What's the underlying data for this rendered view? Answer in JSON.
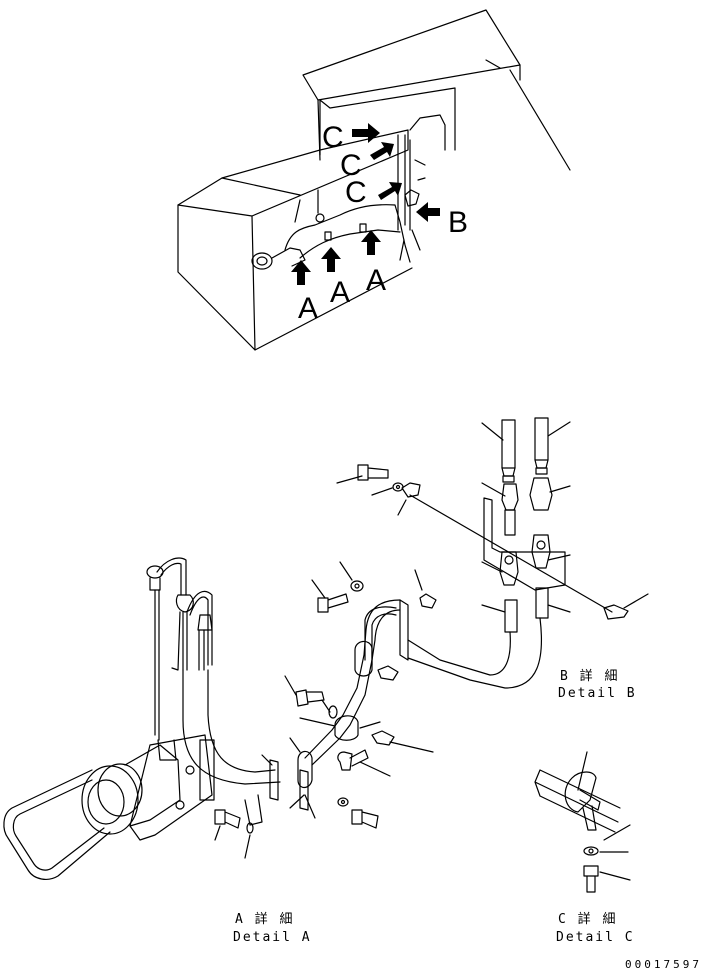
{
  "overview": {
    "callouts": [
      {
        "id": "c1",
        "letter": "C"
      },
      {
        "id": "c2",
        "letter": "C"
      },
      {
        "id": "c3",
        "letter": "C"
      },
      {
        "id": "b1",
        "letter": "B"
      },
      {
        "id": "a1",
        "letter": "A"
      },
      {
        "id": "a2",
        "letter": "A"
      },
      {
        "id": "a3",
        "letter": "A"
      }
    ]
  },
  "details": {
    "b": {
      "jp": "B 詳 細",
      "en": "Detail B"
    },
    "a": {
      "jp": "A 詳 細",
      "en": "Detail A"
    },
    "c": {
      "jp": "C 詳 細",
      "en": "Detail C"
    }
  },
  "drawing_number": "00017597"
}
